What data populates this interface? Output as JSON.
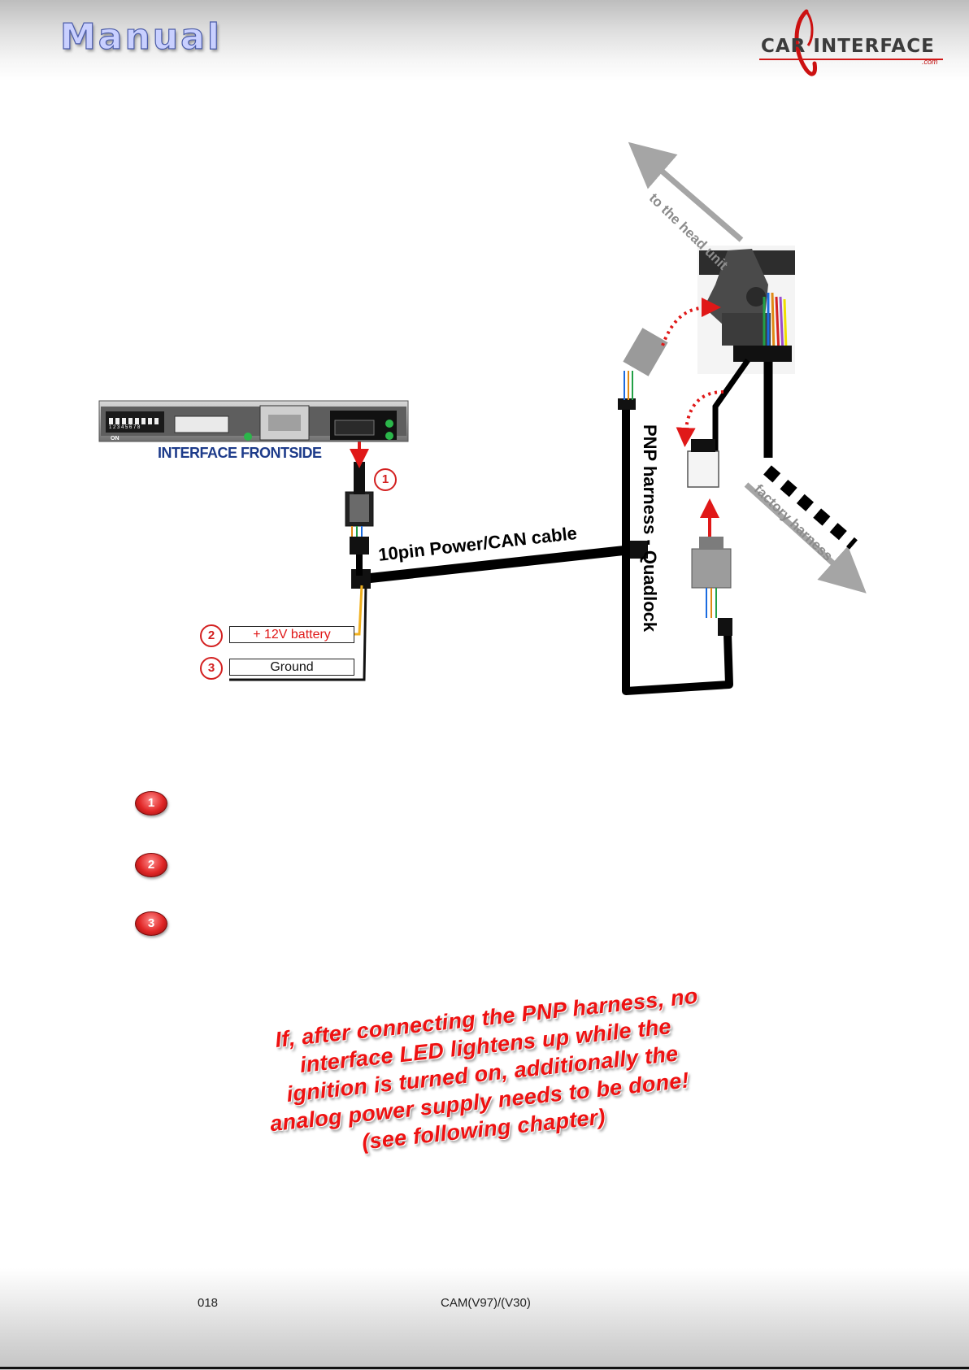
{
  "header": {
    "title": "Manual",
    "logo": {
      "brand": "CAR INTERFACE",
      "suffix": ".com"
    }
  },
  "diagram": {
    "head_unit_label": "to the head unit",
    "factory_harness_label": "factory harness",
    "interface_label": "INTERFACE FRONTSIDE",
    "power_cable_label": "10pin Power/CAN cable",
    "pnp_label": "PNP harness - Quadlock",
    "dip_label": "ON",
    "dip_numbers": "1 2 3 4 5 6 7 8",
    "markers": {
      "one": "1",
      "two": "2",
      "three": "3"
    },
    "battery_label": "+ 12V battery",
    "ground_label": "Ground"
  },
  "steps": [
    {
      "number": "1"
    },
    {
      "number": "2"
    },
    {
      "number": "3"
    }
  ],
  "warning": {
    "lines": [
      "If, after connecting the PNP harness, no",
      "interface LED lightens up while the",
      "ignition is turned on, additionally the",
      "analog power supply needs to be done!",
      "(see following chapter)"
    ]
  },
  "footer": {
    "page_number": "018",
    "product": "CAM(V97)/(V30)"
  },
  "colors": {
    "accent_red": "#d32020",
    "battery_wire": "#f0b020",
    "title_fill": "#c9d0ff"
  }
}
